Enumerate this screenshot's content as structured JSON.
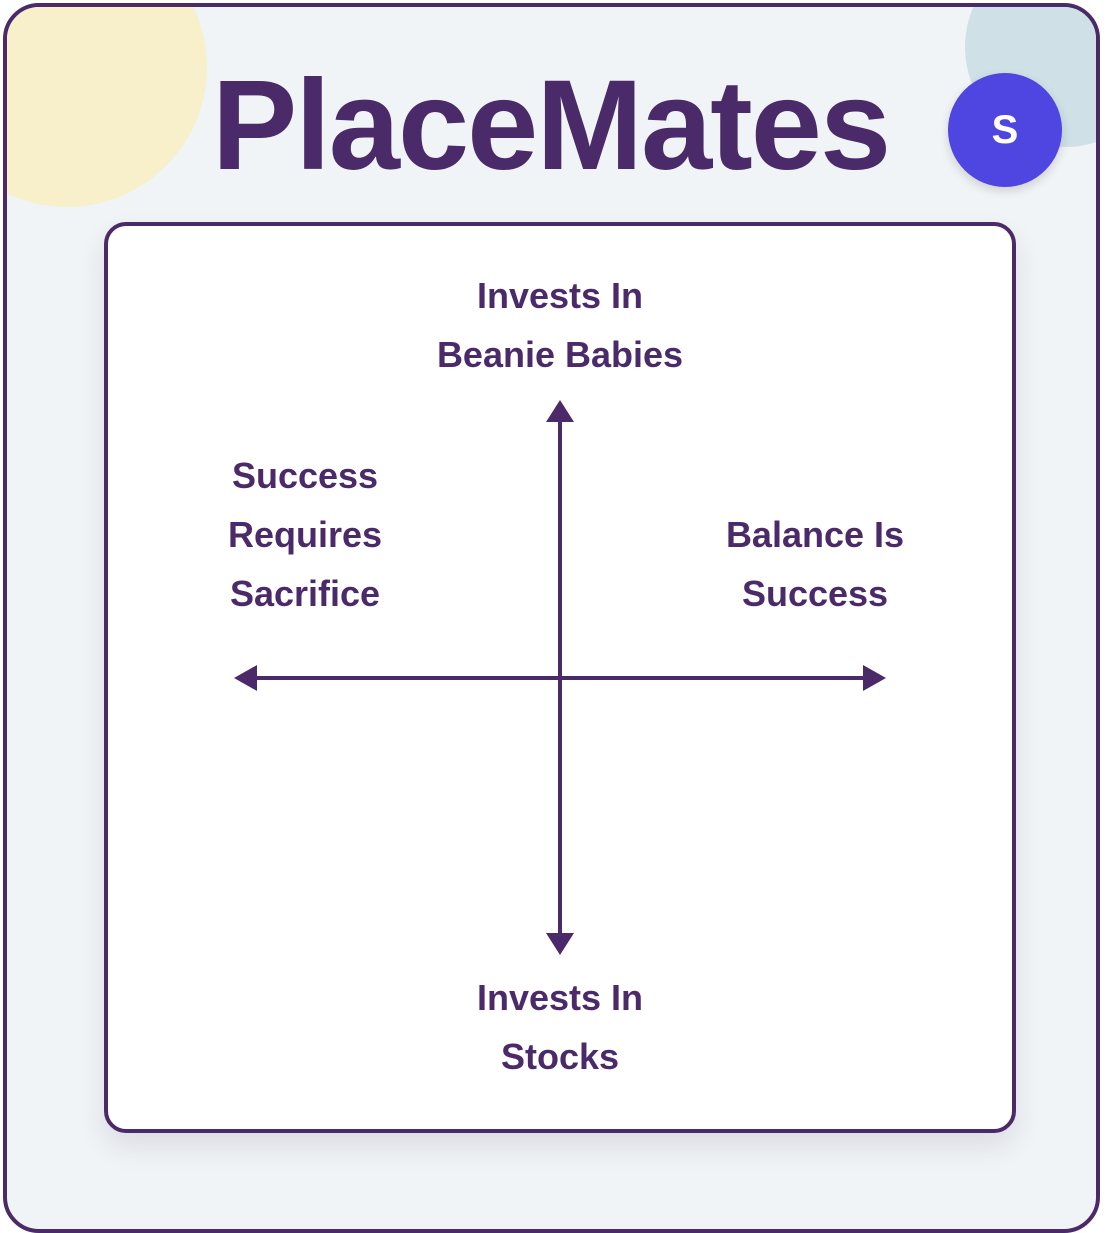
{
  "app": {
    "title": "PlaceMates",
    "avatar_initial": "S"
  },
  "colors": {
    "primary": "#4b2a69",
    "avatar_bg": "#4f46e2",
    "background": "#f1f4f6",
    "card_bg": "#ffffff",
    "blob_yellow": "#f8efcb",
    "blob_blue": "#cfe1e7"
  },
  "quadrant": {
    "top_label": "Invests In\nBeanie Babies",
    "bottom_label": "Invests In\nStocks",
    "left_label": "Success\nRequires\nSacrifice",
    "right_label": "Balance Is\nSuccess"
  }
}
